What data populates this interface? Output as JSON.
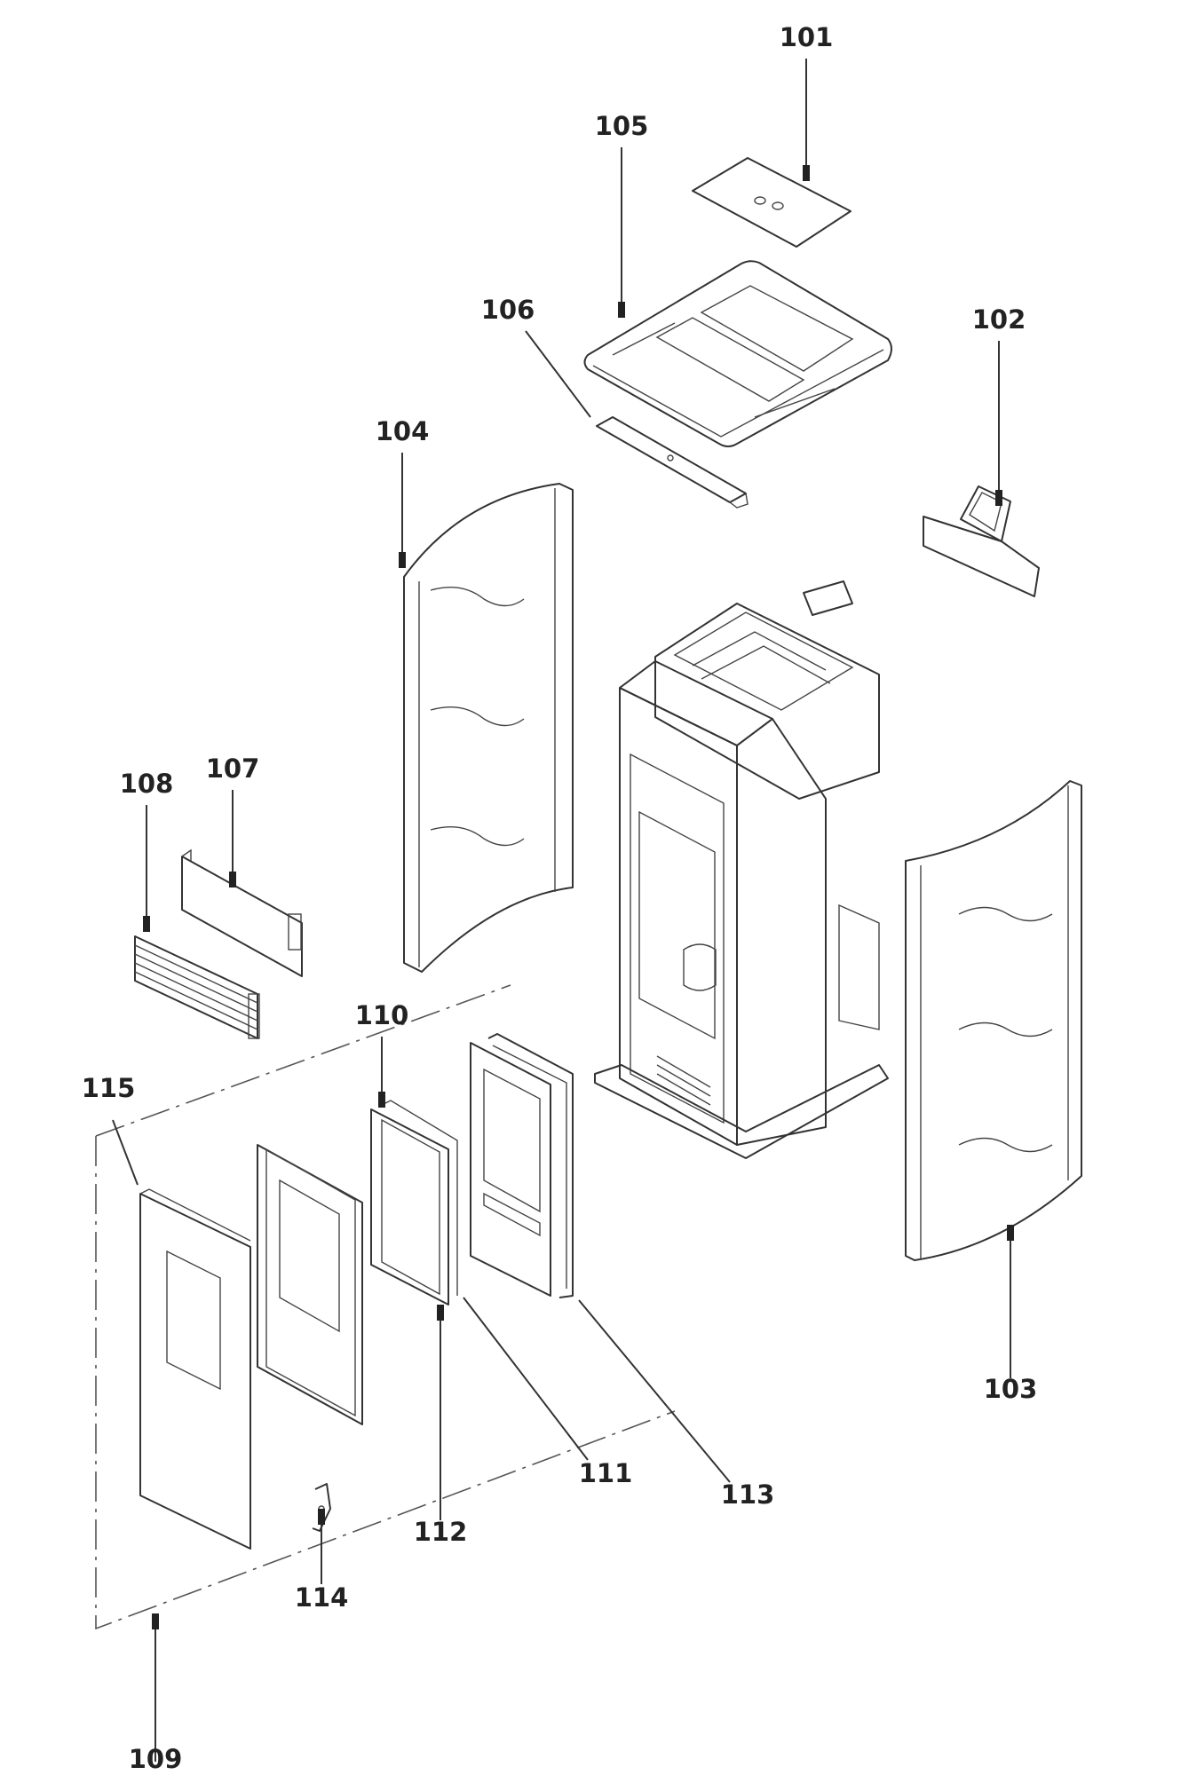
{
  "diagram": {
    "callouts": [
      {
        "id": "101",
        "text": "101"
      },
      {
        "id": "102",
        "text": "102"
      },
      {
        "id": "103",
        "text": "103"
      },
      {
        "id": "104",
        "text": "104"
      },
      {
        "id": "105",
        "text": "105"
      },
      {
        "id": "106",
        "text": "106"
      },
      {
        "id": "107",
        "text": "107"
      },
      {
        "id": "108",
        "text": "108"
      },
      {
        "id": "109",
        "text": "109"
      },
      {
        "id": "110",
        "text": "110"
      },
      {
        "id": "111",
        "text": "111"
      },
      {
        "id": "112",
        "text": "112"
      },
      {
        "id": "113",
        "text": "113"
      },
      {
        "id": "114",
        "text": "114"
      },
      {
        "id": "115",
        "text": "115"
      }
    ]
  }
}
